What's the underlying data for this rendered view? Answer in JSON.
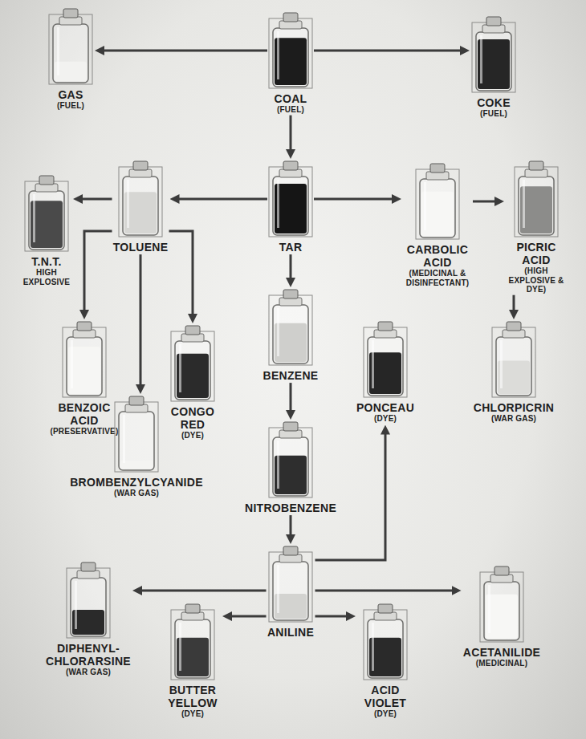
{
  "diagram": {
    "nodes": [
      {
        "text": [
          "GAS",
          "(FUEL)"
        ]
      },
      {
        "text": [
          "COAL",
          "(FUEL)"
        ]
      },
      {
        "text": [
          "COKE",
          "(FUEL)"
        ]
      },
      {
        "text": [
          "T.N.T.",
          "HIGH EXPLOSIVE"
        ]
      },
      {
        "text": [
          "TOLUENE"
        ]
      },
      {
        "text": [
          "TAR"
        ]
      },
      {
        "text": [
          "CARBOLIC ACID",
          "(MEDICINAL & DISINFECTANT)"
        ]
      },
      {
        "text": [
          "PICRIC ACID",
          "(HIGH EXPLOSIVE & DYE)"
        ]
      },
      {
        "text": [
          "BENZOIC ACID",
          "(PRESERVATIVE)"
        ]
      },
      {
        "text": [
          "CONGO RED",
          "(DYE)"
        ]
      },
      {
        "text": [
          "BROMBENZYLCYANIDE",
          "(WAR GAS)"
        ]
      },
      {
        "text": [
          "BENZENE"
        ]
      },
      {
        "text": [
          "PONCEAU",
          "(DYE)"
        ]
      },
      {
        "text": [
          "CHLORPICRIN",
          "(WAR GAS)"
        ]
      },
      {
        "text": [
          "NITROBENZENE"
        ]
      },
      {
        "text": [
          "DIPHENYL-CHLORARSINE",
          "(WAR GAS)"
        ]
      },
      {
        "text": [
          "BUTTER YELLOW",
          "(DYE)"
        ]
      },
      {
        "text": [
          "ANILINE"
        ]
      },
      {
        "text": [
          "ACID VIOLET",
          "(DYE)"
        ]
      },
      {
        "text": [
          "ACETANILIDE",
          "(MEDICINAL)"
        ]
      }
    ],
    "edges": [
      {
        "from": 1,
        "to": 0,
        "arrow": "to"
      },
      {
        "from": 1,
        "to": 2,
        "arrow": "to"
      },
      {
        "from": 1,
        "to": 5,
        "arrow": "to"
      },
      {
        "from": 5,
        "to": 4,
        "arrow": "to"
      },
      {
        "from": 4,
        "to": 3,
        "arrow": "to"
      },
      {
        "from": 5,
        "to": 6,
        "arrow": "to"
      },
      {
        "from": 6,
        "to": 7,
        "arrow": "to"
      },
      {
        "from": 4,
        "to": 8,
        "arrow": "to"
      },
      {
        "from": 4,
        "to": 10,
        "arrow": "to"
      },
      {
        "from": 4,
        "to": 9,
        "arrow": "to"
      },
      {
        "from": 5,
        "to": 11,
        "arrow": "to"
      },
      {
        "from": 11,
        "to": 14,
        "arrow": "to"
      },
      {
        "from": 14,
        "to": 17,
        "arrow": "to"
      },
      {
        "from": 7,
        "to": 13,
        "arrow": "to"
      },
      {
        "from": 17,
        "to": 12,
        "arrow": "to"
      },
      {
        "from": 17,
        "to": 15,
        "arrow": "to"
      },
      {
        "from": 17,
        "to": 16,
        "arrow": "to"
      },
      {
        "from": 17,
        "to": 18,
        "arrow": "to"
      },
      {
        "from": 17,
        "to": 19,
        "arrow": "to"
      }
    ]
  }
}
